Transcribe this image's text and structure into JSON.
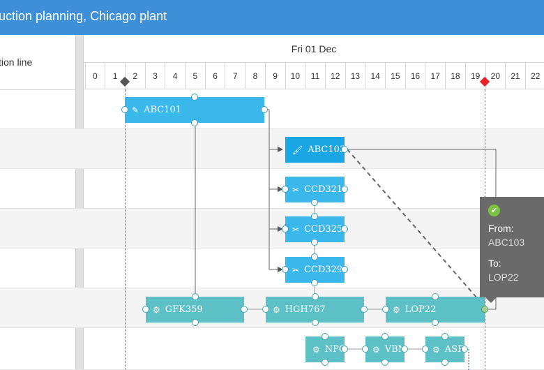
{
  "header": {
    "title": "uction planning, Chicago plant"
  },
  "left": {
    "column_header": "tion line"
  },
  "timeline": {
    "day": "Fri 01 Dec",
    "hours": [
      "0",
      "1",
      "2",
      "3",
      "4",
      "5",
      "6",
      "7",
      "8",
      "9",
      "10",
      "11",
      "12",
      "13",
      "14",
      "15",
      "16",
      "17",
      "18",
      "19",
      "20",
      "21",
      "22"
    ]
  },
  "tasks": {
    "abc101": {
      "label": "ABC101",
      "icon": "pen-icon"
    },
    "abc103": {
      "label": "ABC103",
      "icon": "brush-icon"
    },
    "ccd321": {
      "label": "CCD321",
      "icon": "scissors-icon"
    },
    "ccd325": {
      "label": "CCD325",
      "icon": "scissors-icon"
    },
    "ccd329": {
      "label": "CCD329",
      "icon": "scissors-icon"
    },
    "gfk359": {
      "label": "GFK359",
      "icon": "gear-icon"
    },
    "hgh767": {
      "label": "HGH767",
      "icon": "gear-icon"
    },
    "lop22": {
      "label": "LOP22",
      "icon": "gear-icon"
    },
    "npo": {
      "label": "NPO",
      "icon": "gear-icon"
    },
    "vbm": {
      "label": "VBM",
      "icon": "gear-icon"
    },
    "asr": {
      "label": "ASR",
      "icon": "gear-icon"
    }
  },
  "tooltip": {
    "from_label": "From:",
    "from_value": "ABC103",
    "to_label": "To:",
    "to_value": "LOP22"
  },
  "colors": {
    "header": "#3d8fd8",
    "task_blue": "#3ab8ec",
    "task_teal": "#5cc0c6",
    "marker_start": "#555555",
    "marker_end": "#e8202a"
  }
}
